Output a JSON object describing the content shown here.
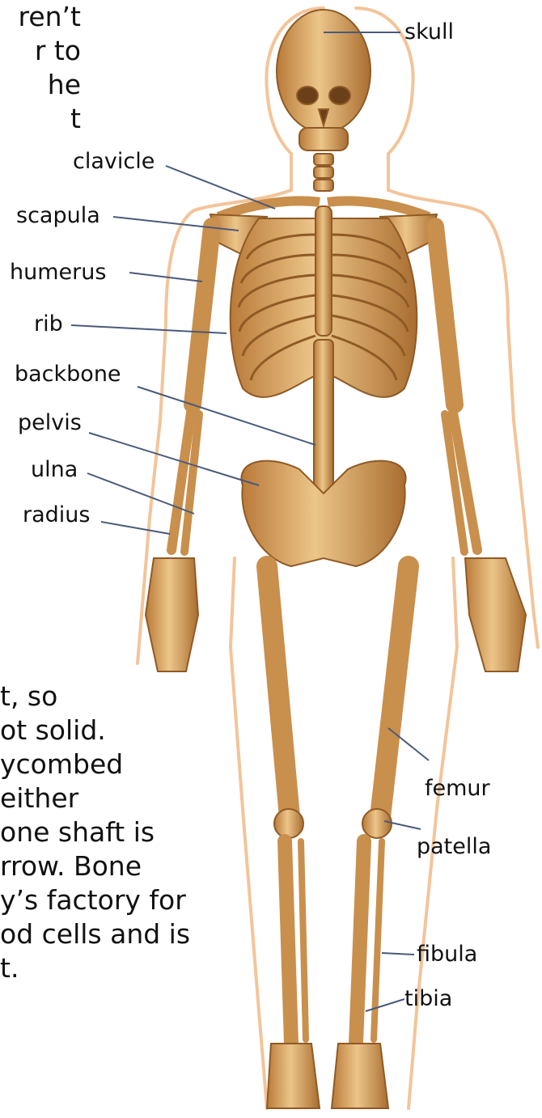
{
  "top_text_lines": [
    "ren’t",
    "r to",
    "he",
    "t"
  ],
  "bottom_text_lines": [
    "t, so",
    "ot solid.",
    "ycombed",
    "either",
    "one shaft is",
    "rrow. Bone",
    "y’s factory for",
    "od cells and is",
    "t."
  ],
  "labels": {
    "skull": "skull",
    "clavicle": "clavicle",
    "scapula": "scapula",
    "humerus": "humerus",
    "rib": "rib",
    "backbone": "backbone",
    "pelvis": "pelvis",
    "ulna": "ulna",
    "radius": "radius",
    "femur": "femur",
    "patella": "patella",
    "fibula": "fibula",
    "tibia": "tibia"
  },
  "colors": {
    "bone_light": "#e9c184",
    "bone_mid": "#cf9a55",
    "bone_dark": "#8f5a25",
    "outline": "#f3c49a",
    "leader": "#4a5a7a"
  }
}
